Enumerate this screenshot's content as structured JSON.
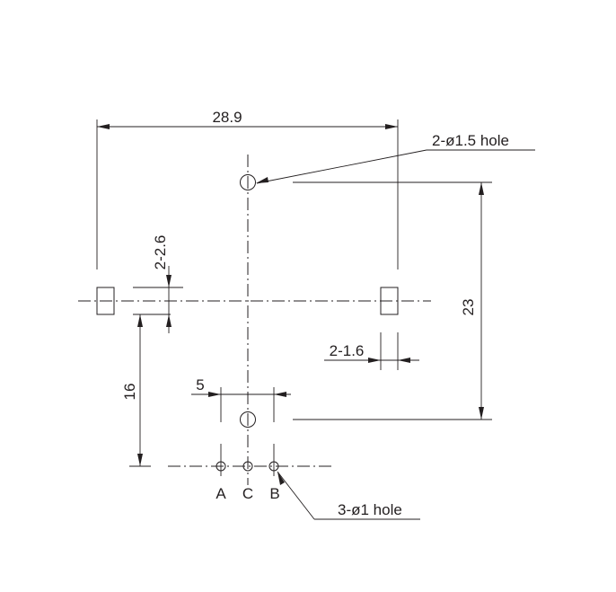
{
  "dimensions": {
    "overall_width": "28.9",
    "vertical_span": "23",
    "lower_offset": "16",
    "slot_small": "2-2.6",
    "slot_large": "2-1.6",
    "pin_pitch": "5"
  },
  "callouts": {
    "large_hole": "2-ø1.5 hole",
    "small_hole": "3-ø1 hole"
  },
  "pins": {
    "a": "A",
    "c": "C",
    "b": "B"
  }
}
